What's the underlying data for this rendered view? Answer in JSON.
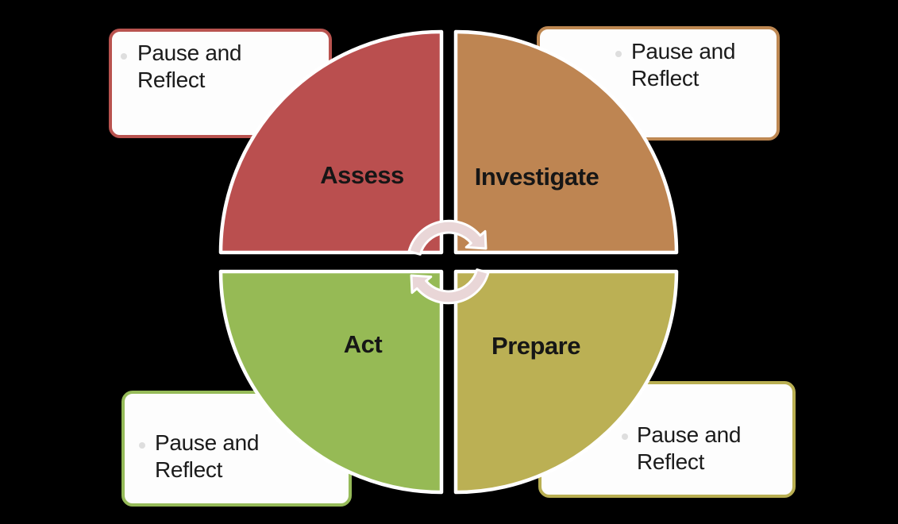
{
  "background_color": "#000000",
  "diagram": {
    "type": "cycle-quadrant",
    "direction": "clockwise",
    "center_arrows": {
      "fill": "#E9D6D7",
      "outline": "#FFFFFF"
    },
    "quadrants": [
      {
        "label": "Assess",
        "color": "#BA4F4F",
        "position": "top-left"
      },
      {
        "label": "Investigate",
        "color": "#BE8552",
        "position": "top-right"
      },
      {
        "label": "Act",
        "color": "#96BA55",
        "position": "bottom-left"
      },
      {
        "label": "Prepare",
        "color": "#BBB054",
        "position": "bottom-right"
      }
    ]
  },
  "callouts": [
    {
      "text": "Pause and Reflect",
      "border_color": "#B9534F",
      "fill": "#FDFDFD",
      "position": "top-left"
    },
    {
      "text": "Pause and Reflect",
      "border_color": "#BE8852",
      "fill": "#FDFDFD",
      "position": "top-right"
    },
    {
      "text": "Pause and Reflect",
      "border_color": "#96BB59",
      "fill": "#FDFDFD",
      "position": "bottom-left"
    },
    {
      "text": "Pause and Reflect",
      "border_color": "#B9AF52",
      "fill": "#FDFDFD",
      "position": "bottom-right"
    }
  ]
}
